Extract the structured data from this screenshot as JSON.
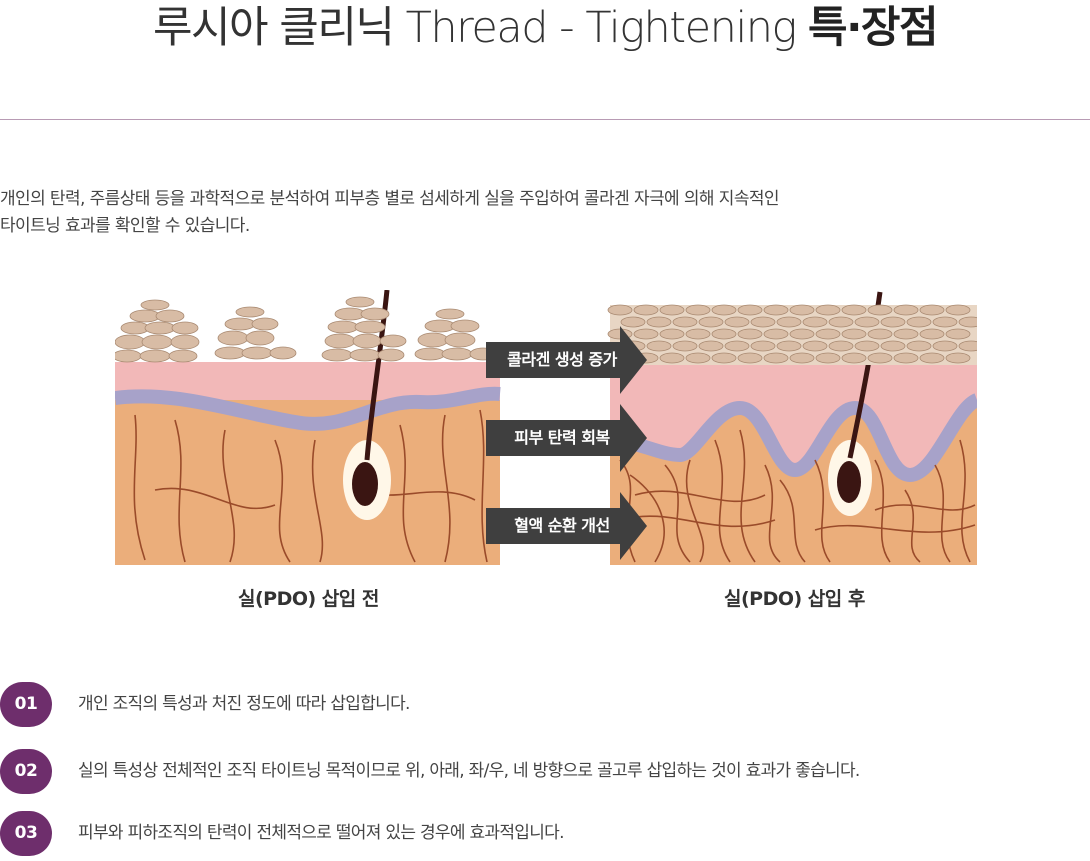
{
  "header": {
    "title_light": "루시아 클리닉 Thread - Tightening ",
    "title_bold": "특·장점"
  },
  "intro": {
    "line1": "개인의 탄력, 주름상태 등을 과학적으로 분석하여 피부층 별로 섬세하게 실을 주입하여 콜라겐 자극에 의해 지속적인",
    "line2": "타이트닝 효과를 확인할 수 있습니다."
  },
  "figure": {
    "arrows": [
      "콜라겐 생성 증가",
      "피부 탄력 회복",
      "혈액 순환 개선"
    ],
    "caption_before": "실(PDO) 삽입 전",
    "caption_after": "실(PDO) 삽입 후",
    "colors": {
      "cells": "#d8bca5",
      "epidermis": "#f2b8b8",
      "membrane": "#a7a2c9",
      "dermis": "#ebae7b",
      "fiber": "#9a4b2a",
      "hair": "#3a1512",
      "arrow": "#3f3f3f"
    }
  },
  "points": [
    {
      "num": "01",
      "text": "개인 조직의 특성과 처진 정도에 따라 삽입합니다."
    },
    {
      "num": "02",
      "text": "실의 특성상 전체적인 조직 타이트닝 목적이므로 위, 아래, 좌/우, 네 방향으로 골고루 삽입하는 것이 효과가 좋습니다."
    },
    {
      "num": "03",
      "text": "피부와 피하조직의 탄력이 전체적으로 떨어져 있는 경우에 효과적입니다."
    }
  ],
  "accent": "#6e2e6c"
}
